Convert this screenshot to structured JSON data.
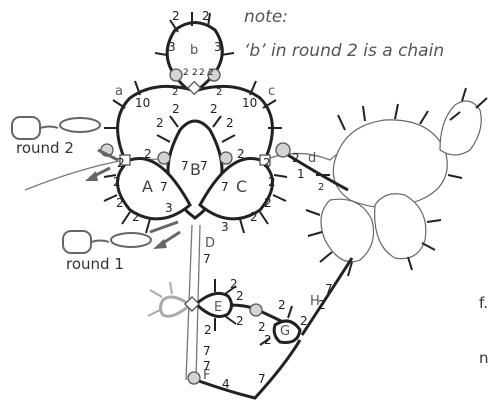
{
  "note": {
    "line1": "note:",
    "line2": "‘b’ in round 2 is a chain"
  },
  "rounds": {
    "round2": "round 2",
    "round1": "round 1"
  },
  "rings": {
    "A": "A",
    "B": "B",
    "C": "C",
    "E": "E",
    "G": "G"
  },
  "chains": {
    "a": "a",
    "b": "b",
    "c": "c",
    "d": "d",
    "D": "D",
    "F": "F",
    "H": "H"
  },
  "edge_text": {
    "t1": "f.",
    "t2": "n"
  },
  "counts": {
    "b_top_left": "2",
    "b_top_right": "2",
    "b_left": "3",
    "b_right": "3",
    "b_bot_l1": "2",
    "b_bot_l2": "2",
    "b_bot_r1": "2",
    "b_bot_r2": "2",
    "a_10": "10",
    "c_10": "10",
    "B_tl": "2",
    "B_tr": "2",
    "B_l": "2",
    "B_r": "2",
    "B_lower_l": "2",
    "B_lower_r": "2",
    "A_top": "2",
    "A_left": "2",
    "A_mid": "2",
    "A_bot": "2",
    "A_7": "7",
    "A_3": "3",
    "A_inner": "2",
    "B_7l": "7",
    "B_7r": "7",
    "C_top": "2",
    "C_right": "2",
    "C_mid": "2",
    "C_bot": "2",
    "C_7": "7",
    "C_3": "3",
    "C_inner": "2",
    "d_1": "1",
    "d_2": "2",
    "d_top": "2",
    "D_7": "7",
    "E_2a": "2",
    "E_2b": "2",
    "E_bl": "2",
    "E_br": "2",
    "G_2a": "2",
    "G_2b": "2",
    "G_2c": "2",
    "G_2d": "2",
    "H_7": "7",
    "H_2": "2",
    "F_7a": "7",
    "F_7b": "7",
    "F_4": "4",
    "F_bottom": "7"
  }
}
